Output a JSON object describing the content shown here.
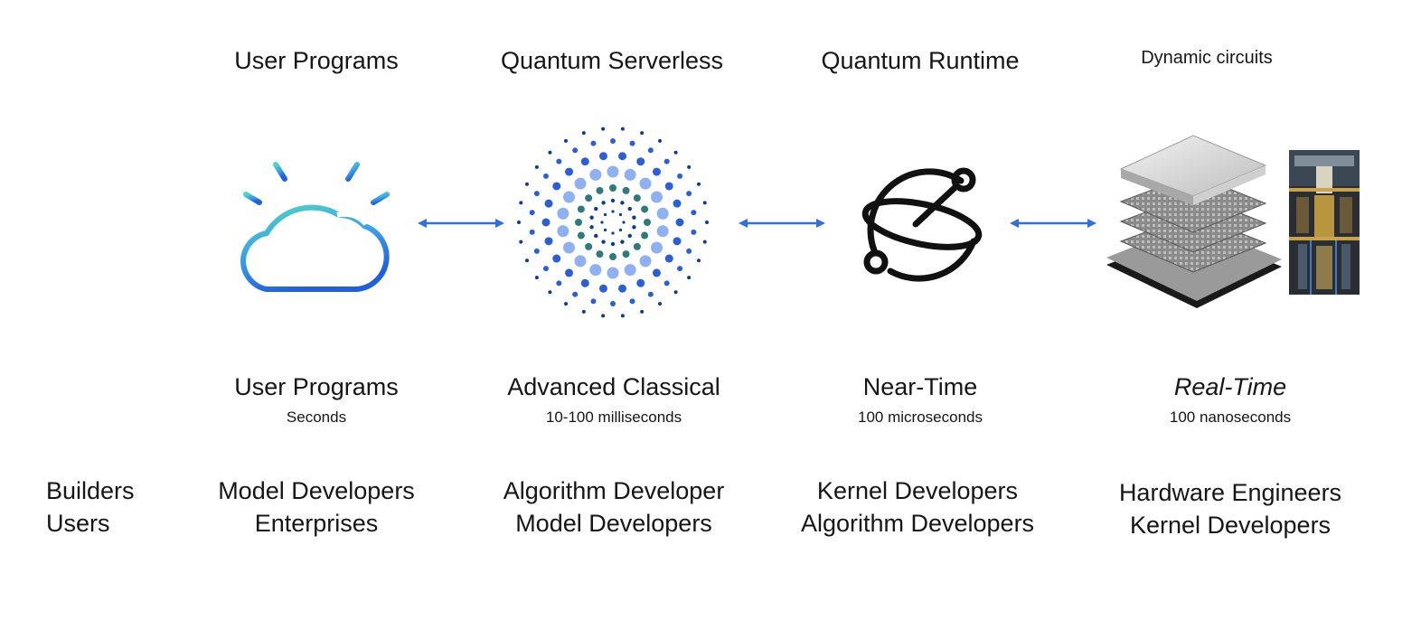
{
  "columns": [
    {
      "title": "User Programs",
      "icon": "cloud-icon",
      "tier": "User Programs",
      "latency": "Seconds",
      "people": [
        "Model Developers",
        "Enterprises"
      ]
    },
    {
      "title": "Quantum Serverless",
      "icon": "dot-sphere-icon",
      "tier": "Advanced Classical",
      "latency": "10-100 milliseconds",
      "people": [
        "Algorithm Developer",
        "Model Developers"
      ]
    },
    {
      "title": "Quantum Runtime",
      "icon": "runtime-orbit-icon",
      "tier": "Near-Time",
      "latency": "100 microseconds",
      "people": [
        "Kernel Developers",
        "Algorithm Developers"
      ]
    },
    {
      "title": "Dynamic circuits",
      "icon": "quantum-chip-stack-icon",
      "tier": "Real-Time",
      "latency": "100 nanoseconds",
      "people": [
        "Hardware Engineers",
        "Kernel Developers"
      ]
    }
  ],
  "row_labels": [
    "Builders",
    "Users"
  ],
  "colors": {
    "arrow": "#2f6ee5",
    "cloud_gradient_start": "#4fd6c6",
    "cloud_gradient_end": "#1f5fe0",
    "dot_dark": "#0b3a9e",
    "dot_mid": "#2a5fd8",
    "dot_light": "#8fb0f2",
    "dot_teal": "#2f7b7a"
  }
}
